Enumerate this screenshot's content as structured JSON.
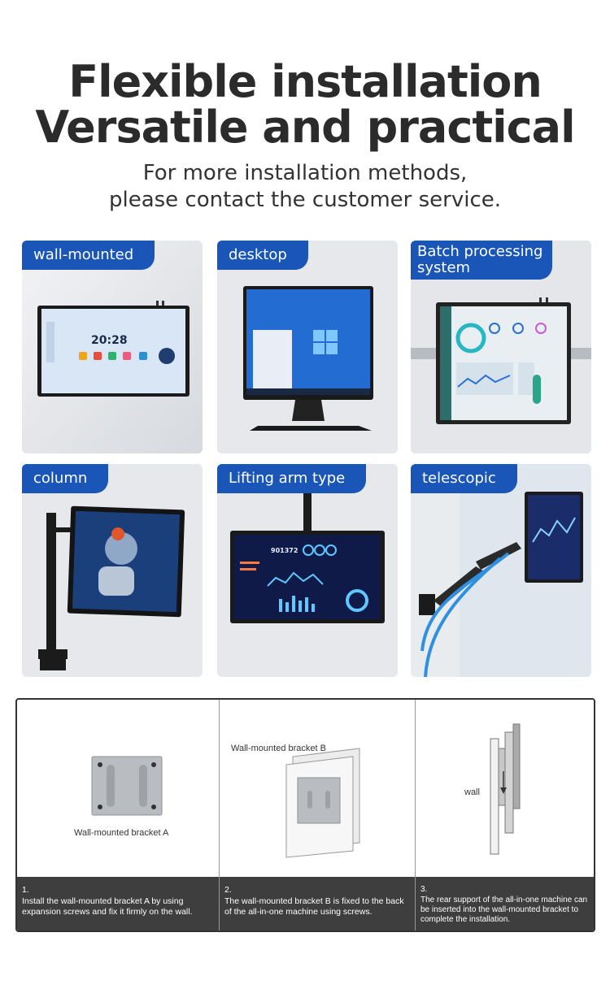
{
  "header": {
    "title_line1": "Flexible installation",
    "title_line2": "Versatile and practical",
    "subtitle_line1": "For more installation methods,",
    "subtitle_line2": "please contact the customer service."
  },
  "cards": [
    {
      "label": "wall-mounted",
      "screen_time": "20:28"
    },
    {
      "label": "desktop"
    },
    {
      "label": "Batch processing system",
      "label_line1": "Batch processing",
      "label_line2": "system"
    },
    {
      "label": "column"
    },
    {
      "label": "Lifting arm type",
      "dash_number": "901372"
    },
    {
      "label": "telescopic"
    }
  ],
  "steps": [
    {
      "number": "1.",
      "text": "Install the wall-mounted bracket A by using expansion screws and fix it firmly on the wall.",
      "caption": "Wall-mounted bracket A"
    },
    {
      "number": "2.",
      "text": "The wall-mounted bracket B is fixed to the back of the all-in-one machine using screws.",
      "caption": "Wall-mounted bracket B"
    },
    {
      "number": "3.",
      "text": "The rear support of the all-in-one machine can be inserted into the wall-mounted bracket to complete the installation.",
      "caption": "wall"
    }
  ],
  "colors": {
    "accent": "#1a55b8",
    "card_bg": "#e5e7ea",
    "step_bar": "#3e3e3e"
  }
}
